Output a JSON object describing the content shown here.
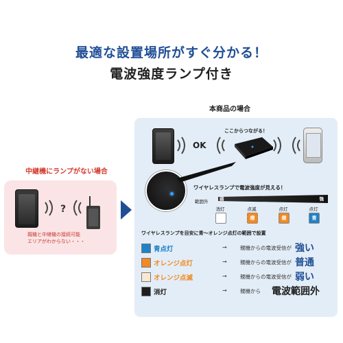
{
  "headline": {
    "line1": "最適な設置場所がすぐ分かる！",
    "line2": "電波強度ランプ付き"
  },
  "left_panel": {
    "title": "中継機にランプがない場合",
    "question": "?",
    "caption_line1": "親機と中継機の接続可能",
    "caption_line2": "エリアがわからない・・・"
  },
  "right_panel": {
    "title": "本商品の場合",
    "ok": "OK",
    "connect_label": "ここからつながる！",
    "strength_heading": "ワイヤレスランプで電波強度が見える！",
    "range_out": "範囲外",
    "weak": "弱",
    "strong": "強",
    "states": [
      {
        "label": "消灯",
        "glyph": "",
        "color": "#ffffff"
      },
      {
        "label": "点滅",
        "glyph": "橙",
        "color": "#f08a24"
      },
      {
        "label": "点灯",
        "glyph": "橙",
        "color": "#f08a24"
      },
      {
        "label": "点灯",
        "glyph": "青",
        "color": "#1f82c8"
      }
    ],
    "guide": "ワイヤレスランプを目安に青〜オレンジ点灯の範囲で設置"
  },
  "legend": [
    {
      "name": "青点灯",
      "name_color": "#1f82c8",
      "swatch": "#1f82c8",
      "arrow": "→",
      "desc": "親機からの電波受信が",
      "level": "強い",
      "level_color": "#1f4e95"
    },
    {
      "name": "オレンジ点灯",
      "name_color": "#f08a24",
      "swatch": "#f08a24",
      "arrow": "→",
      "desc": "親機からの電波受信が",
      "level": "普通",
      "level_color": "#1f4e95"
    },
    {
      "name": "オレンジ点滅",
      "name_color": "#f08a24",
      "swatch": "#fbe8d0",
      "arrow": "→",
      "desc": "親機からの電波受信が",
      "level": "弱い",
      "level_color": "#1f4e95"
    },
    {
      "name": "消灯",
      "name_color": "#1f1f1f",
      "swatch": "#1f1f1f",
      "arrow": "→",
      "desc": "親機から",
      "level": "電波範囲外",
      "level_color": "#1f1f1f"
    }
  ]
}
